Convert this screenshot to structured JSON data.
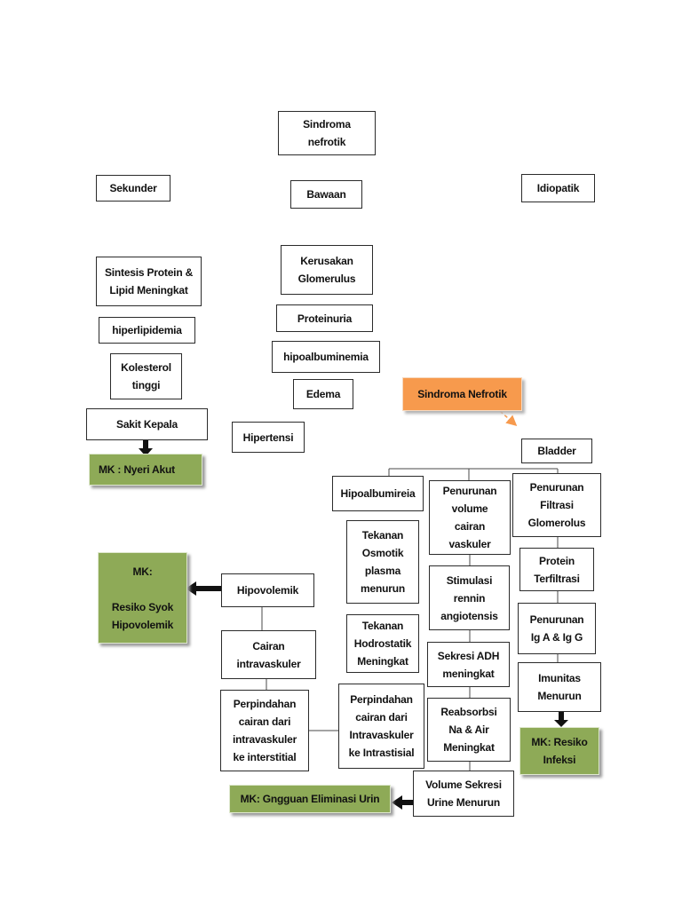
{
  "nodes": {
    "sindroma_nefrotik_top": "Sindroma\nnefrotik",
    "sekunder": "Sekunder",
    "bawaan": "Bawaan",
    "idiopatik": "Idiopatik",
    "sintesis_protein": "Sintesis Protein &\nLipid Meningkat",
    "kerusakan_glomerulus": "Kerusakan\nGlomerulus",
    "proteinuria": "Proteinuria",
    "hiperlipidemia": "hiperlipidemia",
    "hipoalbuminemia": "hipoalbuminemia",
    "kolesterol": "Kolesterol\ntinggi",
    "edema": "Edema",
    "sakit_kepala": "Sakit Kepala",
    "hipertensi": "Hipertensi",
    "bladder": "Bladder",
    "hipoalbumireia": "Hipoalbumireia",
    "penurunan_volume": "Penurunan\nvolume\ncairan\nvaskuler",
    "penurunan_filtrasi": "Penurunan\nFiltrasi\nGlomerolus",
    "tekanan_osmotik": "Tekanan\nOsmotik\nplasma\nmenurun",
    "protein_terfiltrasi": "Protein\nTerfiltrasi",
    "stimulasi": "Stimulasi\nrennin\nangiotensis",
    "hipovolemik": "Hipovolemik",
    "penurunan_ig": "Penurunan\nIg A & Ig G",
    "tekanan_hidrostatik": "Tekanan\nHodrostatik\nMeningkat",
    "cairan_intravaskuler": "Cairan\nintravaskuler",
    "sekresi_adh": "Sekresi ADH\nmeningkat",
    "imunitas": "Imunitas\nMenurun",
    "perpindahan_left": "Perpindahan\ncairan dari\nintravaskuler\nke interstitial",
    "perpindahan_mid": "Perpindahan\ncairan dari\nIntravaskuler\nke Intrastisial",
    "reabsorbsi": "Reabsorbsi\nNa & Air\nMeningkat",
    "volume_sekresi": "Volume Sekresi\nUrine Menurun"
  },
  "labels": {
    "mk_nyeri": "MK : Nyeri Akut",
    "mk_syok": "MK:\n\nResiko Syok\nHipovolemik",
    "mk_infeksi": "MK: Resiko\nInfeksi",
    "mk_eliminasi": "MK: Gngguan Eliminasi Urin",
    "sindroma_nefrotik_orange": "Sindroma Nefrotik"
  },
  "colors": {
    "mk_green": "#8eaa57",
    "orange": "#f79a4d",
    "line": "#4a4a4a"
  }
}
